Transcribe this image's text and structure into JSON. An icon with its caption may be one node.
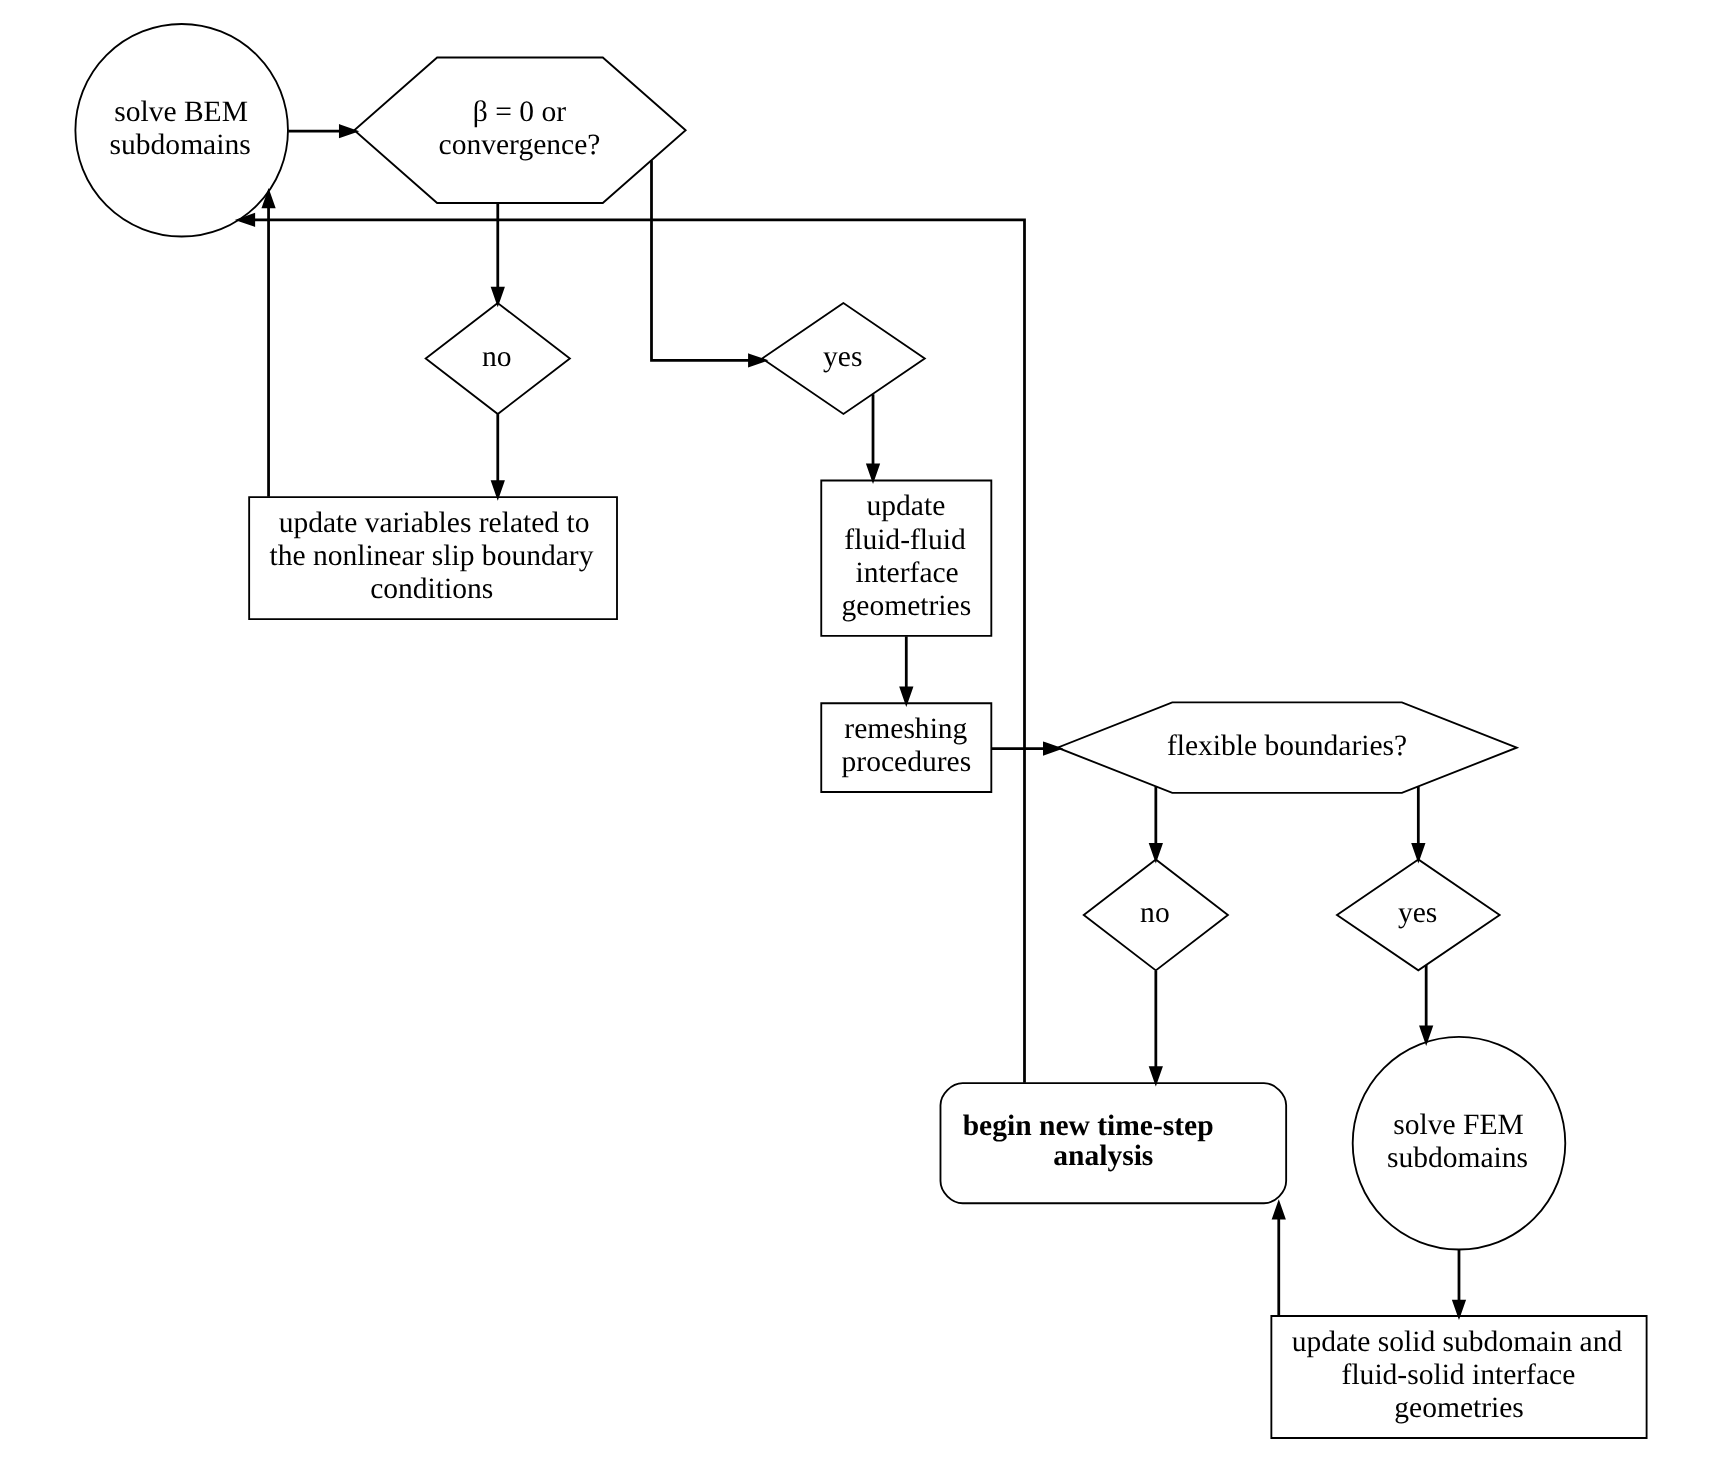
{
  "diagram": {
    "nodes": [
      {
        "text": [
          "solve BEM subdomains"
        ]
      },
      {
        "text": [
          "β = 0 or convergence?"
        ]
      },
      {
        "text": [
          "no"
        ]
      },
      {
        "text": [
          "yes"
        ]
      },
      {
        "text": [
          "update fluid-fluid interface geometries"
        ]
      },
      {
        "text": [
          "update variables related to the nonlinear slip boundary conditions"
        ]
      },
      {
        "text": [
          "remeshing procedures"
        ]
      },
      {
        "text": [
          "flexible boundaries?"
        ]
      },
      {
        "text": [
          "begin new time-step analysis"
        ]
      },
      {
        "text": [
          "no"
        ]
      },
      {
        "text": [
          "yes"
        ]
      },
      {
        "text": [
          "solve FEM subdomains"
        ]
      },
      {
        "text": [
          "update solid subdomain and fluid-solid interface geometries"
        ]
      }
    ],
    "edges": [
      {
        "from": 0,
        "to": 1,
        "arrow": "to"
      },
      {
        "from": 1,
        "to": 2,
        "arrow": "to"
      },
      {
        "from": 1,
        "to": 3,
        "arrow": "to"
      },
      {
        "from": 2,
        "to": 5,
        "arrow": "to"
      },
      {
        "from": 5,
        "to": 0,
        "arrow": "to"
      },
      {
        "from": 3,
        "to": 4,
        "arrow": "to"
      },
      {
        "from": 4,
        "to": 6,
        "arrow": "to"
      },
      {
        "from": 6,
        "to": 7,
        "arrow": "to"
      },
      {
        "from": 7,
        "to": 9,
        "arrow": "to"
      },
      {
        "from": 7,
        "to": 10,
        "arrow": "to"
      },
      {
        "from": 9,
        "to": 8,
        "arrow": "to"
      },
      {
        "from": 10,
        "to": 11,
        "arrow": "to"
      },
      {
        "from": 11,
        "to": 12,
        "arrow": "to"
      },
      {
        "from": 12,
        "to": 8,
        "arrow": "to"
      },
      {
        "from": 8,
        "to": 0,
        "arrow": "to"
      }
    ]
  }
}
